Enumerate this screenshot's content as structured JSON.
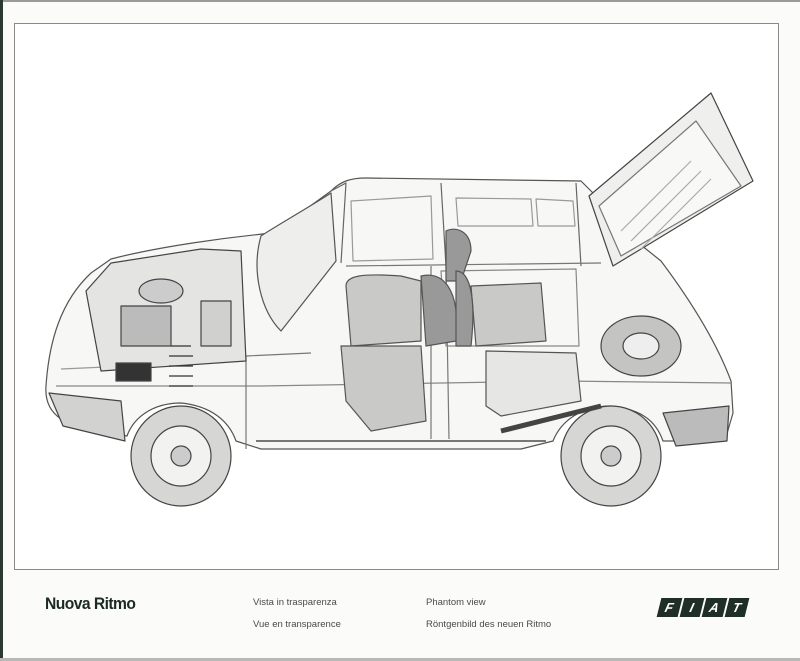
{
  "illustration": {
    "subject": "Fiat Ritmo phantom/cutaway side view",
    "elements": [
      "car-body",
      "engine-bay",
      "front-wheel",
      "rear-wheel",
      "front-seats",
      "rear-seat",
      "open-tailgate",
      "spare-wheel",
      "fuel-tank",
      "exhaust"
    ]
  },
  "caption": {
    "title": "Nuova Ritmo",
    "lines": [
      "Vista in trasparenza",
      "Vue en transparence",
      "Phantom view",
      "Röntgenbild des neuen Ritmo"
    ]
  },
  "brand": {
    "logo_letters": [
      "F",
      "I",
      "A",
      "T"
    ],
    "logo_color": "#1f2e27"
  }
}
